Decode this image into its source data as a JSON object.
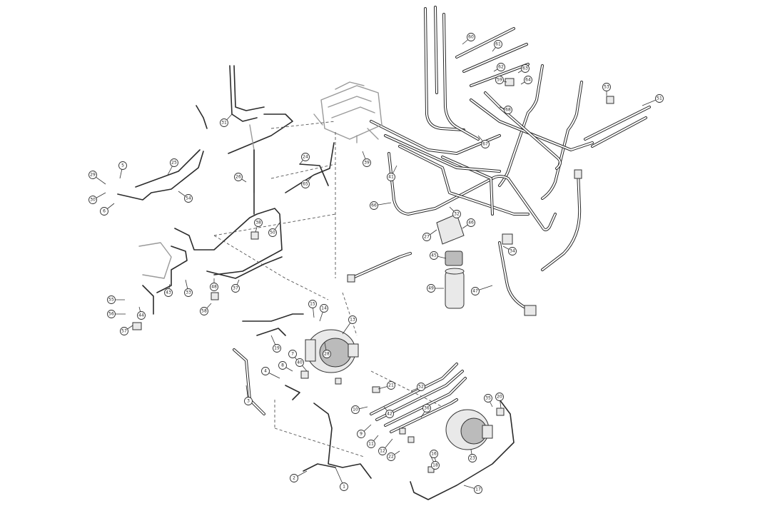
{
  "diagram": {
    "callouts": [
      {
        "id": "c1",
        "label": "1"
      },
      {
        "id": "c2",
        "label": "2"
      },
      {
        "id": "c3",
        "label": "3"
      },
      {
        "id": "c4",
        "label": "4"
      },
      {
        "id": "c5",
        "label": "5"
      },
      {
        "id": "c6",
        "label": "6"
      },
      {
        "id": "c7",
        "label": "7"
      },
      {
        "id": "c8",
        "label": "8"
      },
      {
        "id": "c9",
        "label": "9"
      },
      {
        "id": "c10",
        "label": "10"
      },
      {
        "id": "c11",
        "label": "11"
      },
      {
        "id": "c12",
        "label": "12"
      },
      {
        "id": "c13",
        "label": "13"
      },
      {
        "id": "c14",
        "label": "14"
      },
      {
        "id": "c15",
        "label": "15"
      },
      {
        "id": "c16",
        "label": "16"
      },
      {
        "id": "c17",
        "label": "17"
      },
      {
        "id": "c18",
        "label": "18"
      },
      {
        "id": "c19",
        "label": "19"
      },
      {
        "id": "c20",
        "label": "20"
      },
      {
        "id": "c21",
        "label": "21"
      },
      {
        "id": "c22",
        "label": "22"
      },
      {
        "id": "c23",
        "label": "23"
      },
      {
        "id": "c24",
        "label": "24"
      },
      {
        "id": "c25",
        "label": "25"
      },
      {
        "id": "c26",
        "label": "26"
      },
      {
        "id": "c27",
        "label": "27"
      },
      {
        "id": "c28",
        "label": "28"
      },
      {
        "id": "c29",
        "label": "29"
      },
      {
        "id": "c30",
        "label": "30"
      },
      {
        "id": "c31",
        "label": "31"
      },
      {
        "id": "c32",
        "label": "32"
      },
      {
        "id": "c33",
        "label": "33"
      },
      {
        "id": "c34",
        "label": "34"
      },
      {
        "id": "c35",
        "label": "35"
      },
      {
        "id": "c36",
        "label": "36"
      },
      {
        "id": "c37",
        "label": "37"
      },
      {
        "id": "c38",
        "label": "38"
      },
      {
        "id": "c39",
        "label": "39"
      },
      {
        "id": "c40",
        "label": "40"
      },
      {
        "id": "c41",
        "label": "41"
      },
      {
        "id": "c42",
        "label": "42"
      },
      {
        "id": "c43",
        "label": "43"
      },
      {
        "id": "c44",
        "label": "44"
      },
      {
        "id": "c45",
        "label": "45"
      },
      {
        "id": "c46",
        "label": "46"
      },
      {
        "id": "c47",
        "label": "47"
      },
      {
        "id": "c48",
        "label": "48"
      },
      {
        "id": "c49",
        "label": "49"
      },
      {
        "id": "c50",
        "label": "50"
      },
      {
        "id": "c51",
        "label": "51"
      },
      {
        "id": "c52",
        "label": "52"
      },
      {
        "id": "c53",
        "label": "53"
      },
      {
        "id": "c54",
        "label": "54"
      },
      {
        "id": "c55",
        "label": "55"
      },
      {
        "id": "c56",
        "label": "56"
      },
      {
        "id": "c57",
        "label": "57"
      },
      {
        "id": "c58",
        "label": "58"
      },
      {
        "id": "c59",
        "label": "59"
      },
      {
        "id": "c60",
        "label": "60"
      },
      {
        "id": "c61",
        "label": "61"
      },
      {
        "id": "c62",
        "label": "62"
      },
      {
        "id": "c63",
        "label": "63"
      },
      {
        "id": "c64",
        "label": "64"
      },
      {
        "id": "c65",
        "label": "65"
      },
      {
        "id": "c66",
        "label": "66"
      },
      {
        "id": "c67",
        "label": "67"
      },
      {
        "id": "c68",
        "label": "68"
      }
    ]
  }
}
